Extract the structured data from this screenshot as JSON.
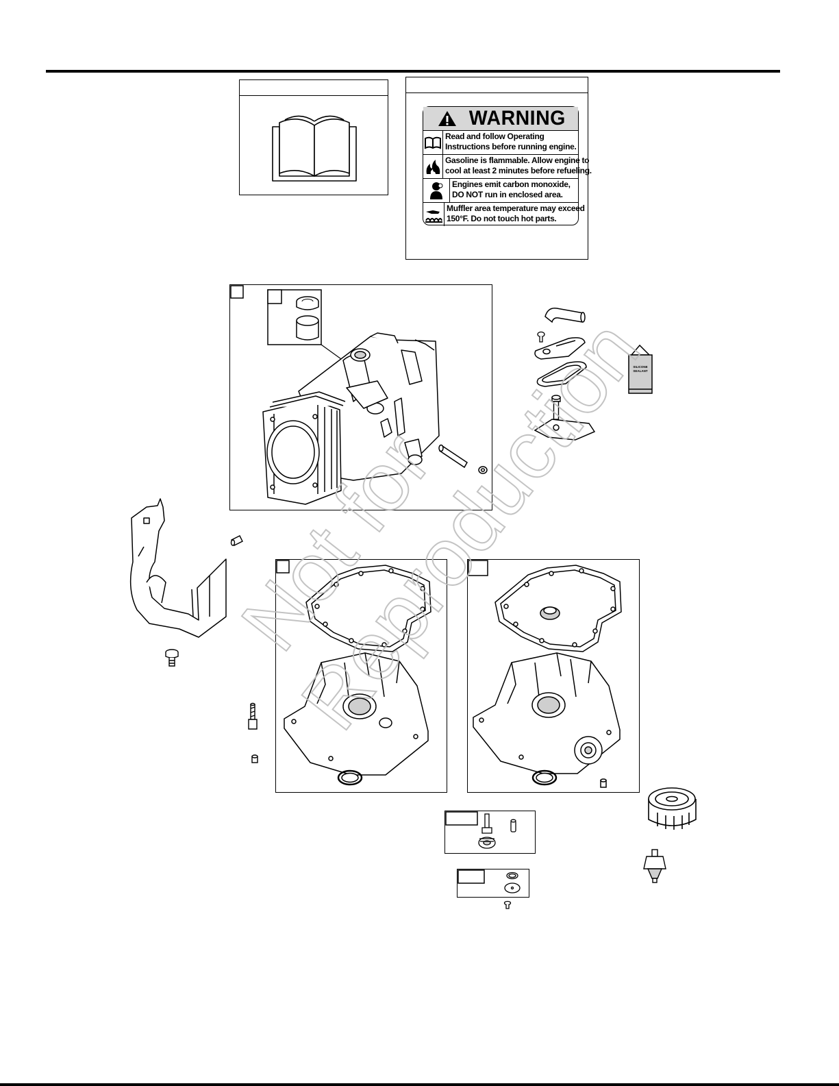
{
  "warning_label": {
    "title": "WARNING",
    "rows": [
      {
        "icon": "manual-book-icon",
        "line1": "Read and follow Operating",
        "line2": "Instructions before running engine."
      },
      {
        "icon": "flame-icon",
        "line1": "Gasoline is flammable. Allow engine to",
        "line2": "cool at least 2 minutes before refueling."
      },
      {
        "icon": "carbon-monoxide-icon",
        "line1": "Engines emit carbon monoxide,",
        "line2": "DO NOT run in enclosed area."
      },
      {
        "icon": "hot-surface-icon",
        "line1": "Muffler area temperature may exceed",
        "line2": "150°F.  Do not touch hot parts."
      }
    ]
  },
  "sealant_tube": {
    "line1": "SILICONE",
    "line2": "SEALANT"
  },
  "watermark": {
    "line1": "Not for",
    "line2": "Reproduction"
  },
  "colors": {
    "ink": "#000000",
    "label_fill": "#d7d7d7",
    "watermark": "#bdbdbd",
    "part_shade": "#cfcfcf"
  }
}
